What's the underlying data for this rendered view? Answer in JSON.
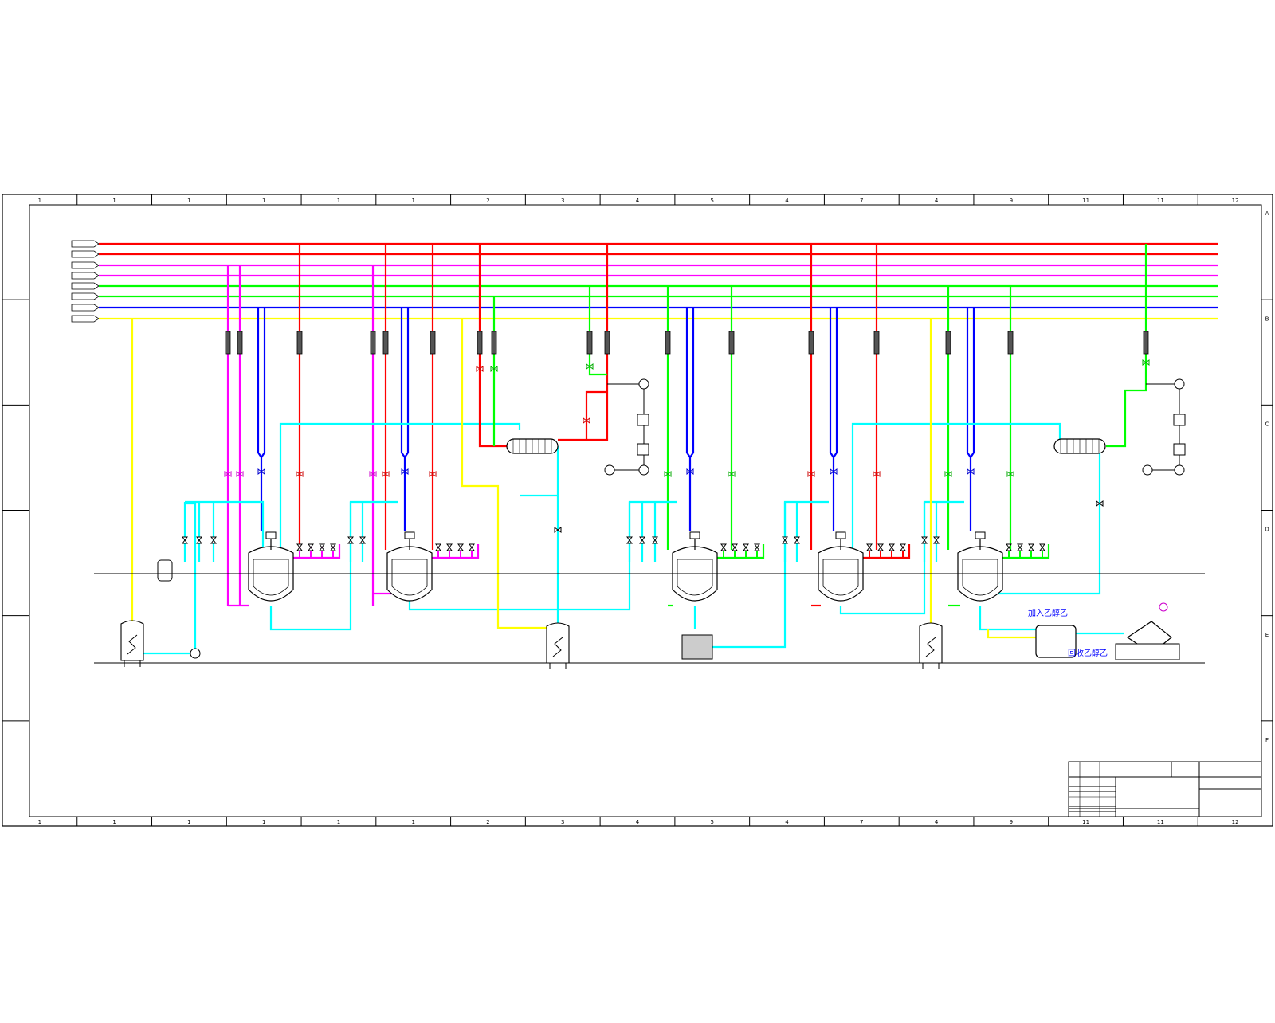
{
  "colors": {
    "red": "#ff0000",
    "magenta": "#ff00ff",
    "green": "#00ff00",
    "blue": "#0000ff",
    "yellow": "#ffff00",
    "cyan": "#00ffff",
    "border": "#000000"
  },
  "frame": {
    "top_numbers": [
      "1",
      "1",
      "1",
      "1",
      "1",
      "1",
      "2",
      "3",
      "4",
      "5",
      "4",
      "7",
      "4",
      "9",
      "11",
      "11",
      "12"
    ],
    "bottom_numbers": [
      "1",
      "1",
      "1",
      "1",
      "1",
      "1",
      "2",
      "3",
      "4",
      "5",
      "4",
      "7",
      "4",
      "9",
      "11",
      "11",
      "12"
    ],
    "row_letters": [
      "A",
      "B",
      "C",
      "D",
      "E",
      "F"
    ]
  },
  "annotations": {
    "add_ethanol": "加入乙醇乙",
    "recover_ethanol": "回收乙醇乙"
  },
  "icons": [
    "vessel-icon",
    "reactor-icon",
    "heat-exchanger-icon",
    "pump-icon",
    "valve-icon",
    "dryer-icon",
    "centrifuge-icon",
    "receiver-tank-icon"
  ]
}
